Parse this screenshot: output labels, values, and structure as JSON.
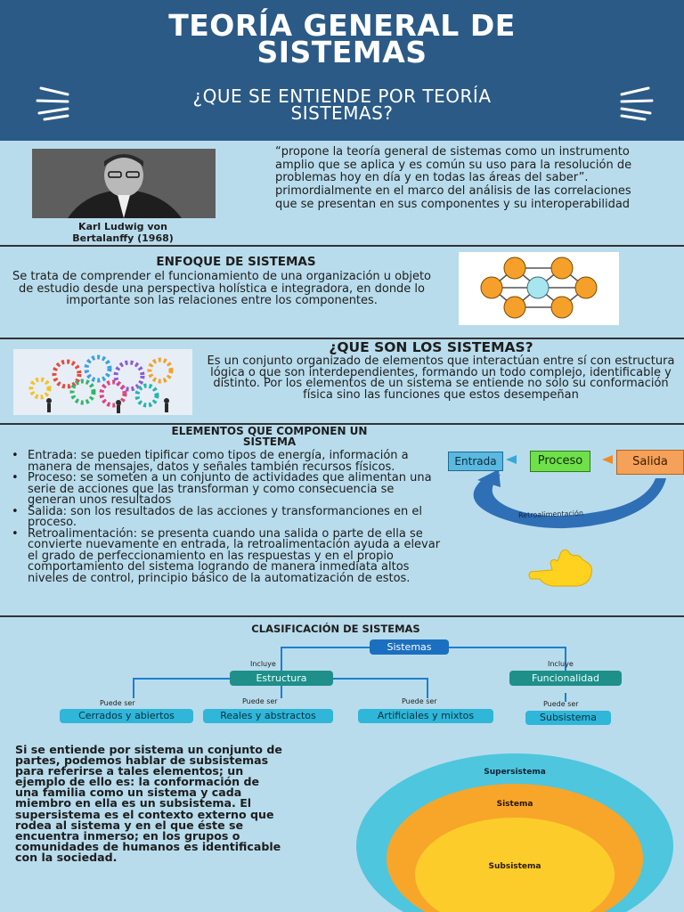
{
  "header": {
    "title_line1": "TEORÍA GENERAL DE",
    "title_line2": "SISTEMAS",
    "subtitle_line1": "¿QUE SE ENTIENDE POR TEORÍA",
    "subtitle_line2": "SISTEMAS?"
  },
  "intro": {
    "photo_caption_line1": "Karl Ludwig von",
    "photo_caption_line2": "Bertalanffy (1968)",
    "quote": "“propone la teoría general de sistemas como un instrumento amplio que se aplica y es común su uso para la resolución de problemas hoy en día y en todas las áreas del saber”. primordialmente en el marco del análisis de las correlaciones que se presentan en sus componentes y su interoperabilidad"
  },
  "enfoque": {
    "title": "ENFOQUE DE SISTEMAS",
    "text": "Se trata de comprender el funcionamiento de una organización u objeto de estudio desde una perspectiva holística e integradora, en donde lo importante son las relaciones entre los componentes."
  },
  "que_son": {
    "title": "¿QUE SON LOS SISTEMAS?",
    "text": "Es un conjunto organizado de elementos que interactúan entre sí con estructura lógica o que son interdependientes, formando un todo complejo, identificable y distinto. Por los elementos de un sistema se entiende no solo su conformación física sino las funciones que estos desempeñan"
  },
  "elementos": {
    "title_line1": "ELEMENTOS QUE COMPONEN UN",
    "title_line2": "SISTEMA",
    "items": [
      "Entrada:  se pueden tipificar como tipos de energía, información a manera de mensajes, datos y señales también recursos físicos.",
      "Proceso: se someten a un conjunto de actividades que alimentan una serie de acciones que las transforman y como consecuencia se generan unos resultados",
      "Salida: son los resultados de las acciones y transformanciones en el proceso.",
      "Retroalimentación: se presenta cuando una salida o parte de ella se convierte nuevamente en entrada, la retroalimentación ayuda a elevar el grado de perfeccionamiento en las respuestas y en el propio comportamiento del sistema logrando de manera inmediata altos niveles de control, principio básico de la automatización de estos."
    ],
    "flow": {
      "entrada": "Entrada",
      "proceso": "Proceso",
      "salida": "Salida",
      "retro": "Retroalimentación"
    }
  },
  "clasificacion": {
    "title": "CLASIFICACIÓN DE SISTEMAS",
    "root": "Sistemas",
    "incluye_left": "Incluye",
    "incluye_right": "Incluye",
    "estructura": "Estructura",
    "funcionalidad": "Funcionalidad",
    "puede_ser_1": "Puede ser",
    "puede_ser_2": "Puede ser",
    "puede_ser_3": "Puede ser",
    "puede_ser_4": "Puede ser",
    "leaf1": "Cerrados y abiertos",
    "leaf2": "Reales y abstractos",
    "leaf3": "Artificiales y mixtos",
    "leaf4": "Subsistema"
  },
  "closing": {
    "text": "Si se entiende por sistema un conjunto de partes, podemos hablar de subsistemas para referirse a tales elementos; un ejemplo de ello es: la conformación de una familia como un sistema y cada miembro en ella es un subsistema. El supersistema es el contexto externo que rodea al sistema y en el que éste se encuentra inmerso; en los grupos o comunidades de humanos es identificable con la sociedad.",
    "supersistema": "Supersistema",
    "sistema": "Sistema",
    "subsistema": "Subsistema"
  },
  "colors": {
    "header_bg": "#2b5a86",
    "page_bg": "#b8dcec",
    "node_orange": "#f5a02a",
    "node_center": "#a8e6ef"
  }
}
